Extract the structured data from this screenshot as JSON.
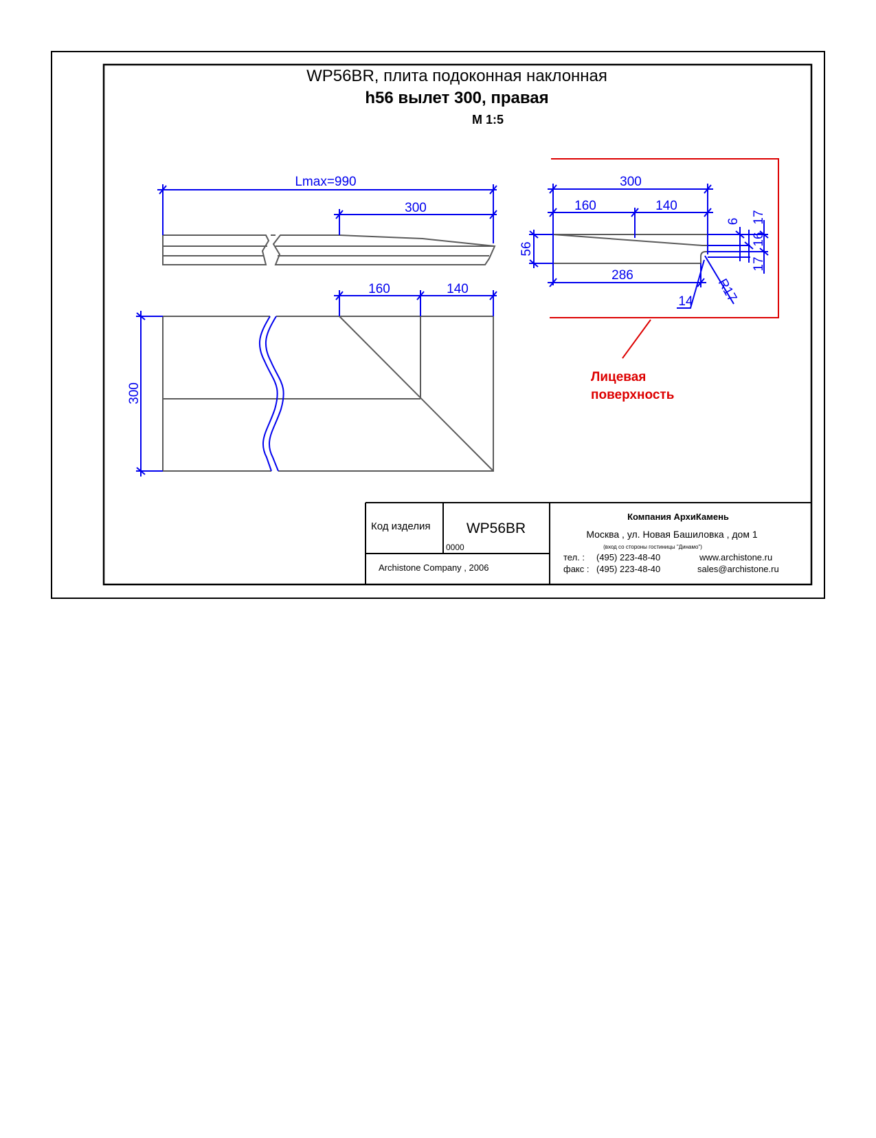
{
  "drawing": {
    "title_line1": "WP56BR, плита подоконная наклонная",
    "title_line2": "h56 вылет 300, правая",
    "scale": "М 1:5"
  },
  "side_view": {
    "length_label": "Lmax=990",
    "overhang_label": "300"
  },
  "plan_view": {
    "width_label": "300",
    "seg1_label": "160",
    "seg2_label": "140"
  },
  "section_view": {
    "total_label": "300",
    "seg1_label": "160",
    "seg2_label": "140",
    "height_label": "56",
    "bottom_label": "286",
    "drip_label": "14",
    "radius_label": "R17",
    "right_labels": [
      "6",
      "17",
      "16",
      "17"
    ]
  },
  "face_note": {
    "line1": "Лицевая",
    "line2": "поверхность",
    "color": "#dd0000"
  },
  "title_block": {
    "code_label": "Код изделия",
    "code_value": "WP56BR",
    "number": "0000",
    "copyright": "Archistone  Company ,  2006",
    "company": "Компания  АрхиКамень",
    "address": "Москва , ул. Новая Башиловка , дом 1",
    "address_note": "(вход со стороны гостиницы \"Динамо\")",
    "tel_label": "тел.   :",
    "tel": "(495) 223-48-40",
    "fax_label": "факс :",
    "fax": "(495) 223-48-40",
    "web": "www.archistone.ru",
    "email": "sales@archistone.ru"
  },
  "colors": {
    "dimension": "#0000ee",
    "outline": "#5a5a5a",
    "frame": "#000000"
  }
}
